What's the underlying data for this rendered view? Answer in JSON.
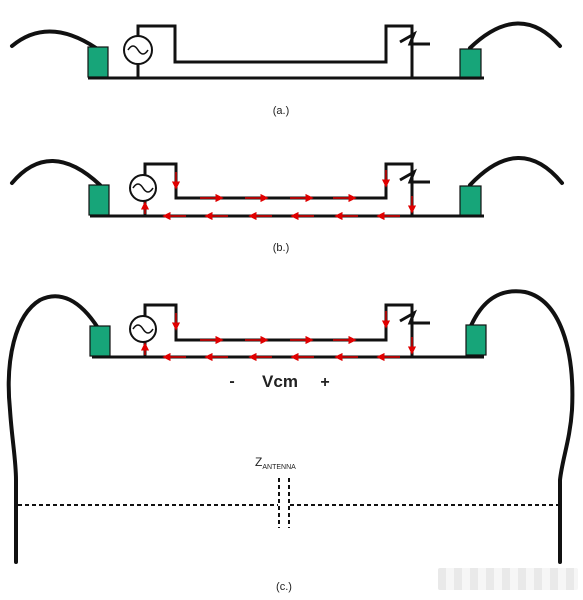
{
  "colors": {
    "wire": "#111111",
    "block": "#17a579",
    "current": "#e00000"
  },
  "labels": {
    "panel_a": "(a.)",
    "panel_b": "(b.)",
    "panel_c": "(c.)",
    "vcm_minus": "-",
    "vcm": "Vcm",
    "vcm_plus": "+",
    "z_main": "Z",
    "z_sub": "ANTENNA"
  },
  "icons": {
    "source": "ac-source-icon",
    "connector": "cable-connector-icon"
  }
}
